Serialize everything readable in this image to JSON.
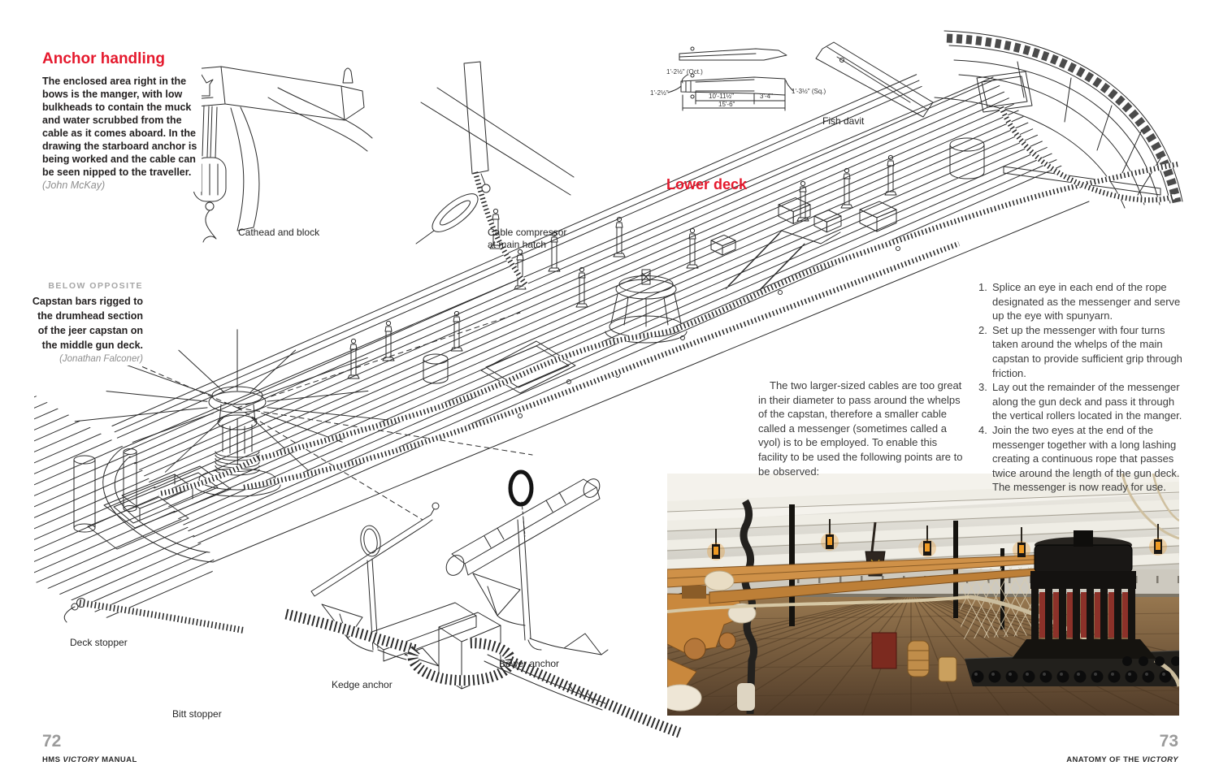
{
  "colors": {
    "heading_red": "#e5192d",
    "caption_gray": "#a6a6a6",
    "text_black": "#231f20"
  },
  "anchor_handling": {
    "title": "Anchor handling",
    "body": "The enclosed area right in the bows is the manger, with low bulkheads to contain the muck and water scrubbed from the cable as it comes aboard. In the drawing the starboard anchor is being worked and the cable can be seen nipped to the traveller. ",
    "credit": "(John McKay)"
  },
  "below_opposite": {
    "kicker": "BELOW OPPOSITE",
    "body": "Capstan bars rigged to the drumhead section of the jeer capstan on the middle gun deck.",
    "credit": "(Jonathan Falconer)"
  },
  "lower_deck_label": "Lower deck",
  "captions": {
    "cathead": "Cathead and block",
    "compressor_line1": "Cable compressor",
    "compressor_line2": "at main hatch",
    "fish_davit": "Fish davit",
    "deck_stopper": "Deck stopper",
    "bitt_stopper": "Bitt stopper",
    "kedge_anchor": "Kedge anchor",
    "bower_anchor": "Bower anchor"
  },
  "davit_dimensions": {
    "d1": "1'-2½\" (Oct.)",
    "d2": "1'-2½\"",
    "d3": "10'-11½\"",
    "d4": "3'-4\"",
    "d5": "15'-6\"",
    "d6": "1'-3½\" (Sq.)"
  },
  "messenger": {
    "intro": "The two larger-sized cables are too great in their diameter to pass around the whelps of the capstan, therefore a smaller cable called a messenger (sometimes called a vyol) is to be employed. To enable this facility to be used the following points are to be observed:",
    "step_numbers": [
      "1.",
      "2.",
      "3.",
      "4."
    ],
    "steps": [
      "Splice an eye in each end of the rope designated as the messenger and serve up the eye with spunyarn.",
      "Set up the messenger with four turns taken around the whelps of the main capstan to provide sufficient grip through friction.",
      "Lay out the remainder of the messenger along the gun deck and pass it through the vertical rollers located in the manger.",
      "Join the two eyes at the end of the messenger together with a long lashing creating a continuous rope that passes twice around the length of the gun deck. The messenger is now ready for use."
    ]
  },
  "footer": {
    "left_number": "72",
    "left_pre": "HMS ",
    "left_italic": "VICTORY",
    "left_post": " MANUAL",
    "right_number": "73",
    "right_pre": "ANATOMY OF THE ",
    "right_italic": "VICTORY",
    "right_post": ""
  }
}
